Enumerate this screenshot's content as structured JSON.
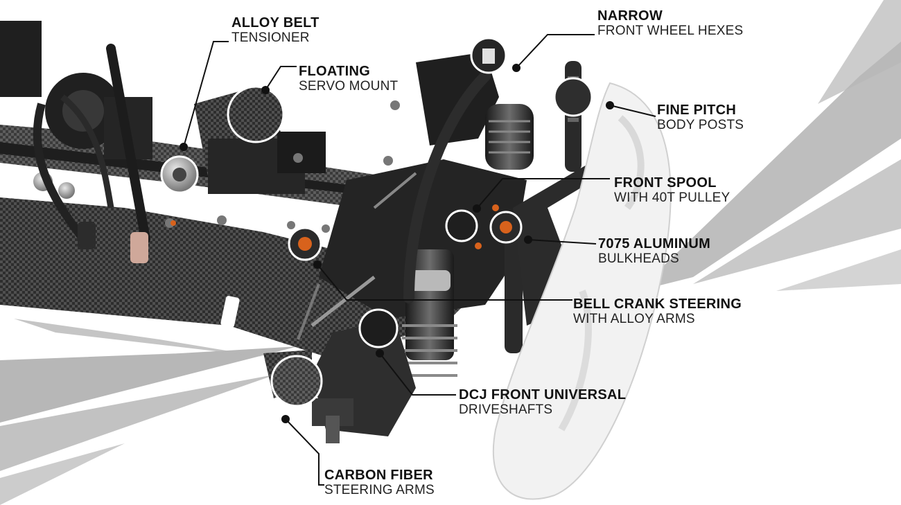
{
  "colors": {
    "background": "#ffffff",
    "chassis_dark": "#2b2b2b",
    "carbon_weave": "#4a4a4a",
    "accent_swoosh": "#b7b7b7",
    "bumper_foam": "#f2f2f2",
    "accent_orange": "#d8621c",
    "text_dark": "#111111"
  },
  "callouts": [
    {
      "key": "alloy-belt-tensioner",
      "line1": "ALLOY BELT",
      "line2": "TENSIONER"
    },
    {
      "key": "floating-servo-mount",
      "line1": "FLOATING",
      "line2": "SERVO MOUNT"
    },
    {
      "key": "narrow-front-wheel-hexes",
      "line1": "NARROW",
      "line2": "FRONT WHEEL HEXES"
    },
    {
      "key": "fine-pitch-body-posts",
      "line1": "FINE PITCH",
      "line2": "BODY POSTS"
    },
    {
      "key": "front-spool",
      "line1": "FRONT SPOOL",
      "line2": "WITH 40T PULLEY"
    },
    {
      "key": "aluminum-bulkheads",
      "line1": "7075 ALUMINUM",
      "line2": "BULKHEADS"
    },
    {
      "key": "bell-crank-steering",
      "line1": "BELL CRANK STEERING",
      "line2": "WITH ALLOY ARMS"
    },
    {
      "key": "dcj-front-universal",
      "line1": "DCJ FRONT UNIVERSAL",
      "line2": "DRIVESHAFTS"
    },
    {
      "key": "carbon-fiber-steering-arms",
      "line1": "CARBON FIBER",
      "line2": "STEERING ARMS"
    }
  ]
}
